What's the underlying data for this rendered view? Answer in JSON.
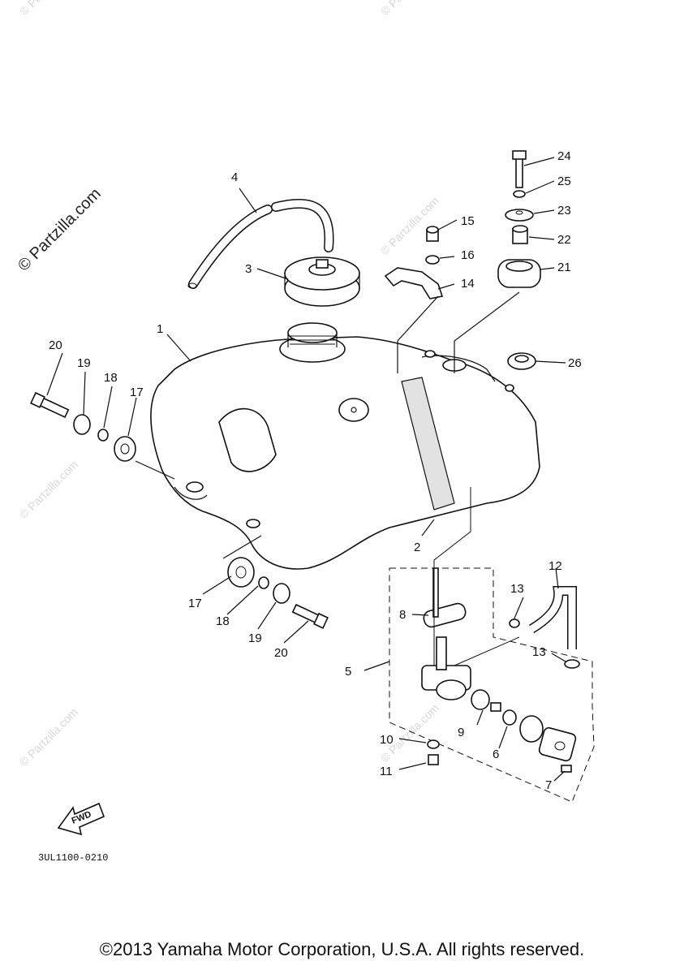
{
  "diagram": {
    "watermark_big": "© Partzilla.com",
    "watermark_small": "© Partzilla.com",
    "drawing_code": "3UL1100-0210",
    "fwd_label": "FWD",
    "callouts": {
      "c1": "1",
      "c2": "2",
      "c3": "3",
      "c4": "4",
      "c5": "5",
      "c6": "6",
      "c7": "7",
      "c8": "8",
      "c9": "9",
      "c10": "10",
      "c11": "11",
      "c12": "12",
      "c13a": "13",
      "c13b": "13",
      "c14": "14",
      "c15": "15",
      "c16": "16",
      "c17a": "17",
      "c17b": "17",
      "c18a": "18",
      "c18b": "18",
      "c19a": "19",
      "c19b": "19",
      "c20a": "20",
      "c20b": "20",
      "c21": "21",
      "c22": "22",
      "c23": "23",
      "c24": "24",
      "c25": "25",
      "c26": "26"
    }
  },
  "footer": {
    "copyright": "©2013 Yamaha Motor Corporation, U.S.A. All rights reserved."
  }
}
